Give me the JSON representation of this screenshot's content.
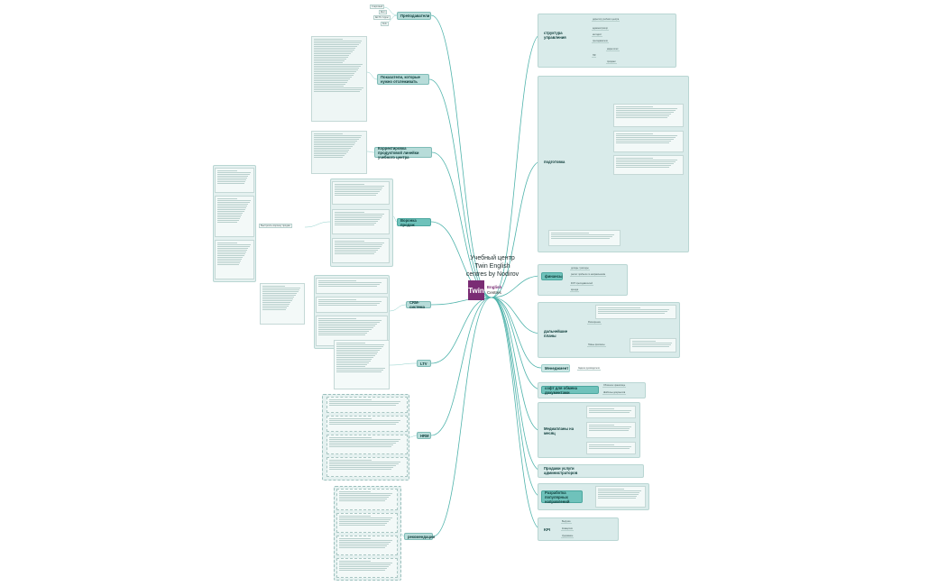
{
  "center": {
    "title": "Учебный центр\nTwin English\ncentres by Nodirov"
  },
  "logo": {
    "mark": "Twin",
    "line1": "English",
    "line2": "Centres"
  },
  "left_topics": [
    "Преподаватели",
    "Показатели, которые нужно отслеживать",
    "Корректировка продуктовой линейки учебного центра",
    "Воронка продаж",
    "CRM-система",
    "LTV",
    "HRM",
    "рекомендации"
  ],
  "right_topics": [
    "структура управления",
    "подготовка",
    "финансы",
    "дальнейшие планы",
    "Менеджмент",
    "софт для обмена документами",
    "Медиапланы на месяц",
    "Продажи услуги администраторов",
    "Разработка популярных направлений",
    "KPI"
  ],
  "teacher_tags": [
    "Стартовый",
    "Elem",
    "IELTS / Upper",
    "Kids"
  ],
  "sales_side_note": "Выстроить воронку продаж",
  "right_notes": {
    "structure": [
      "директор учебного центра",
      "администратор",
      "методист",
      "преподаватели",
      "маркетолог",
      "HR",
      "продажи"
    ],
    "finance": [
      "доходы / расходы",
      "расчёт прибыли по направлениям",
      "ФОТ преподавателей",
      "аренда"
    ],
    "plans": [
      "Расширение",
      "Новые филиалы"
    ],
    "management": [
      "Задачи руководителя"
    ],
    "docs": [
      "Облачное хранилище",
      "Шаблоны документов"
    ],
    "kpi": [
      "Выручка",
      "Конверсия",
      "Удержание"
    ]
  }
}
